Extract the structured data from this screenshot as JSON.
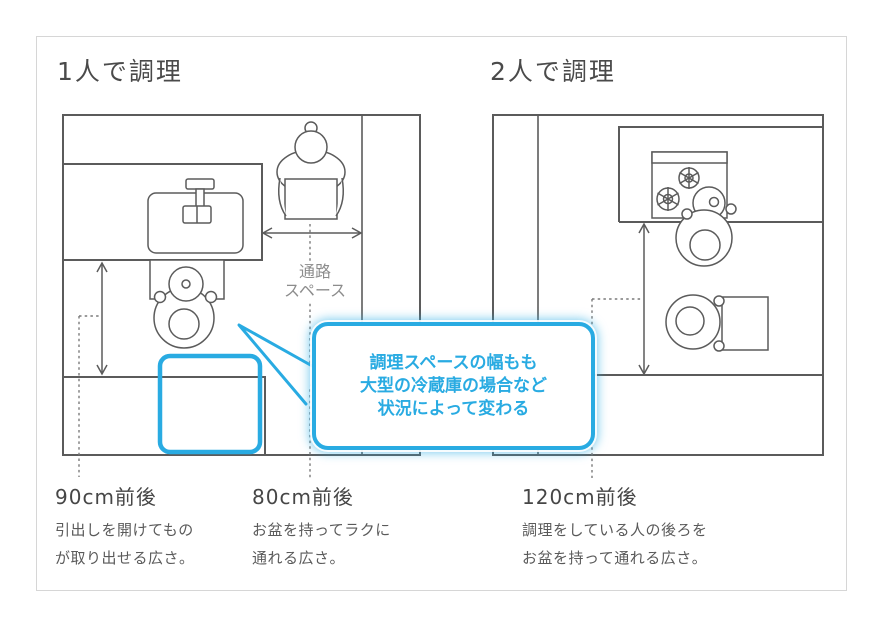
{
  "panels": {
    "left": {
      "title": "1人で調理",
      "aisle_label_line1": "通路",
      "aisle_label_line2": "スペース",
      "measurements": [
        {
          "value": "90cm前後",
          "desc_line1": "引出しを開けてもの",
          "desc_line2": "が取り出せる広さ。"
        },
        {
          "value": "80cm前後",
          "desc_line1": "お盆を持ってラクに",
          "desc_line2": "通れる広さ。"
        }
      ]
    },
    "right": {
      "title": "2人で調理",
      "measurements": [
        {
          "value": "120cm前後",
          "desc_line1": "調理をしている人の後ろを",
          "desc_line2": "お盆を持って通れる広さ。"
        }
      ]
    }
  },
  "callout": {
    "line1": "調理スペースの幅もも",
    "line2": "大型の冷蔵庫の場合など",
    "line3": "状況によって変わる"
  },
  "colors": {
    "accent": "#29abe2",
    "line": "#5b5b5b",
    "muted": "#8c8c8c",
    "text": "#4a4a4a",
    "card_border": "#d6d6d6"
  }
}
